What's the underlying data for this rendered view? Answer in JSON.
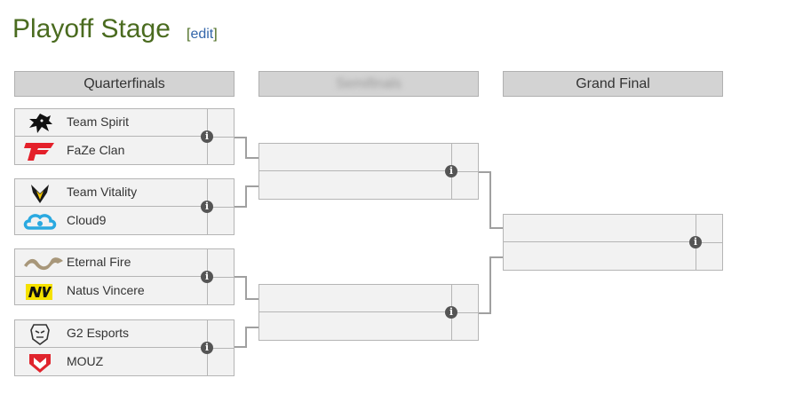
{
  "page": {
    "title": "Playoff Stage",
    "edit_label": "edit"
  },
  "rounds": [
    {
      "label": "Quarterfinals"
    },
    {
      "label": "Semifinals"
    },
    {
      "label": "Grand Final"
    }
  ],
  "quarterfinals": [
    {
      "team1": {
        "name": "Team Spirit",
        "logo": "spirit-dragon-logo"
      },
      "team2": {
        "name": "FaZe Clan",
        "logo": "faze-logo"
      }
    },
    {
      "team1": {
        "name": "Team Vitality",
        "logo": "vitality-bee-logo"
      },
      "team2": {
        "name": "Cloud9",
        "logo": "cloud9-logo"
      }
    },
    {
      "team1": {
        "name": "Eternal Fire",
        "logo": "eternal-fire-dragon-logo"
      },
      "team2": {
        "name": "Natus Vincere",
        "logo": "navi-logo"
      }
    },
    {
      "team1": {
        "name": "G2 Esports",
        "logo": "g2-samurai-logo"
      },
      "team2": {
        "name": "MOUZ",
        "logo": "mouz-logo"
      }
    }
  ],
  "colors": {
    "title": "#4a6b1f",
    "link": "#3366aa",
    "match_bg": "#f2f2f2",
    "header_bg": "#d3d3d3"
  },
  "icons": {
    "match_info": "info-icon"
  }
}
